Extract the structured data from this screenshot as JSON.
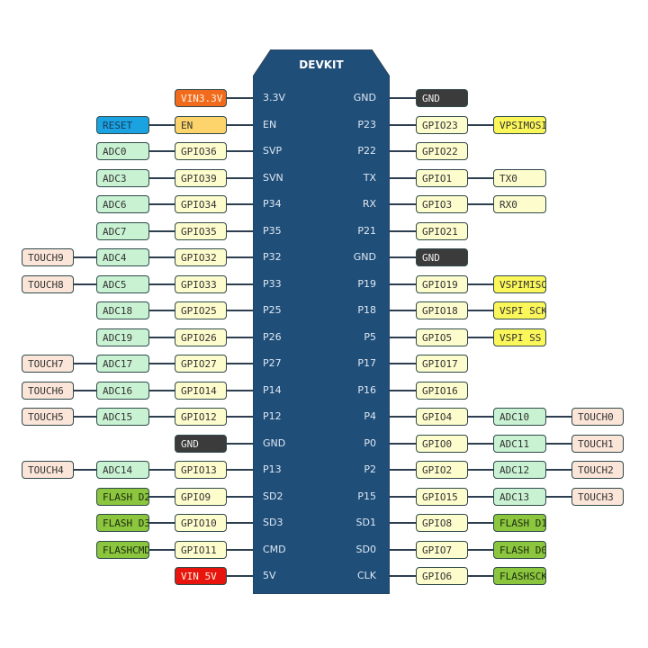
{
  "board": {
    "title": "DEVKIT",
    "color": "#1f4e79"
  },
  "colors": {
    "vin33": {
      "bg": "#f26b1d",
      "fg": "#fff2e0"
    },
    "reset": {
      "bg": "#1aa3e0",
      "fg": "#1a3a5a"
    },
    "en": {
      "bg": "#fdd46b",
      "fg": "#333"
    },
    "gpio": {
      "bg": "#fdfccc",
      "fg": "#333"
    },
    "adc": {
      "bg": "#c9f2d3",
      "fg": "#333"
    },
    "touch": {
      "bg": "#fbe5d8",
      "fg": "#333"
    },
    "gnd": {
      "bg": "#3b3b3b",
      "fg": "#f0f0f0"
    },
    "flash": {
      "bg": "#8cc63f",
      "fg": "#1a2a10"
    },
    "spi": {
      "bg": "#fbf75a",
      "fg": "#333"
    },
    "uart": {
      "bg": "#fdfccc",
      "fg": "#333"
    },
    "vin5": {
      "bg": "#e8150f",
      "fg": "#fff2e0"
    }
  },
  "left_pins": [
    {
      "pin": "3.3V",
      "boxes": [
        {
          "label": "VIN3.3V",
          "type": "vin33"
        }
      ]
    },
    {
      "pin": "EN",
      "boxes": [
        {
          "label": "EN",
          "type": "en"
        },
        {
          "label": "RESET",
          "type": "reset"
        }
      ]
    },
    {
      "pin": "SVP",
      "boxes": [
        {
          "label": "GPIO36",
          "type": "gpio"
        },
        {
          "label": "ADC0",
          "type": "adc"
        }
      ]
    },
    {
      "pin": "SVN",
      "boxes": [
        {
          "label": "GPIO39",
          "type": "gpio"
        },
        {
          "label": "ADC3",
          "type": "adc"
        }
      ]
    },
    {
      "pin": "P34",
      "boxes": [
        {
          "label": "GPIO34",
          "type": "gpio"
        },
        {
          "label": "ADC6",
          "type": "adc"
        }
      ]
    },
    {
      "pin": "P35",
      "boxes": [
        {
          "label": "GPIO35",
          "type": "gpio"
        },
        {
          "label": "ADC7",
          "type": "adc"
        }
      ]
    },
    {
      "pin": "P32",
      "boxes": [
        {
          "label": "GPIO32",
          "type": "gpio"
        },
        {
          "label": "ADC4",
          "type": "adc"
        },
        {
          "label": "TOUCH9",
          "type": "touch"
        }
      ]
    },
    {
      "pin": "P33",
      "boxes": [
        {
          "label": "GPIO33",
          "type": "gpio"
        },
        {
          "label": "ADC5",
          "type": "adc"
        },
        {
          "label": "TOUCH8",
          "type": "touch"
        }
      ]
    },
    {
      "pin": "P25",
      "boxes": [
        {
          "label": "GPIO25",
          "type": "gpio"
        },
        {
          "label": "ADC18",
          "type": "adc"
        }
      ]
    },
    {
      "pin": "P26",
      "boxes": [
        {
          "label": "GPIO26",
          "type": "gpio"
        },
        {
          "label": "ADC19",
          "type": "adc"
        }
      ]
    },
    {
      "pin": "P27",
      "boxes": [
        {
          "label": "GPIO27",
          "type": "gpio"
        },
        {
          "label": "ADC17",
          "type": "adc"
        },
        {
          "label": "TOUCH7",
          "type": "touch"
        }
      ]
    },
    {
      "pin": "P14",
      "boxes": [
        {
          "label": "GPIO14",
          "type": "gpio"
        },
        {
          "label": "ADC16",
          "type": "adc"
        },
        {
          "label": "TOUCH6",
          "type": "touch"
        }
      ]
    },
    {
      "pin": "P12",
      "boxes": [
        {
          "label": "GPIO12",
          "type": "gpio"
        },
        {
          "label": "ADC15",
          "type": "adc"
        },
        {
          "label": "TOUCH5",
          "type": "touch"
        }
      ]
    },
    {
      "pin": "GND",
      "boxes": [
        {
          "label": "GND",
          "type": "gnd"
        }
      ]
    },
    {
      "pin": "P13",
      "boxes": [
        {
          "label": "GPIO13",
          "type": "gpio"
        },
        {
          "label": "ADC14",
          "type": "adc"
        },
        {
          "label": "TOUCH4",
          "type": "touch"
        }
      ]
    },
    {
      "pin": "SD2",
      "boxes": [
        {
          "label": "GPIO9",
          "type": "gpio"
        },
        {
          "label": "FLASH D2",
          "type": "flash"
        }
      ]
    },
    {
      "pin": "SD3",
      "boxes": [
        {
          "label": "GPIO10",
          "type": "gpio"
        },
        {
          "label": "FLASH D3",
          "type": "flash"
        }
      ]
    },
    {
      "pin": "CMD",
      "boxes": [
        {
          "label": "GPIO11",
          "type": "gpio"
        },
        {
          "label": "FLASHCMD",
          "type": "flash"
        }
      ]
    },
    {
      "pin": "5V",
      "boxes": [
        {
          "label": "VIN 5V",
          "type": "vin5"
        }
      ]
    }
  ],
  "right_pins": [
    {
      "pin": "GND",
      "boxes": [
        {
          "label": "GND",
          "type": "gnd"
        }
      ]
    },
    {
      "pin": "P23",
      "boxes": [
        {
          "label": "GPIO23",
          "type": "gpio"
        },
        {
          "label": "VPSIMOSI",
          "type": "spi"
        }
      ]
    },
    {
      "pin": "P22",
      "boxes": [
        {
          "label": "GPIO22",
          "type": "gpio"
        }
      ]
    },
    {
      "pin": "TX",
      "boxes": [
        {
          "label": "GPIO1",
          "type": "gpio"
        },
        {
          "label": "TX0",
          "type": "uart"
        }
      ]
    },
    {
      "pin": "RX",
      "boxes": [
        {
          "label": "GPIO3",
          "type": "gpio"
        },
        {
          "label": "RX0",
          "type": "uart"
        }
      ]
    },
    {
      "pin": "P21",
      "boxes": [
        {
          "label": "GPIO21",
          "type": "gpio"
        }
      ]
    },
    {
      "pin": "GND",
      "boxes": [
        {
          "label": "GND",
          "type": "gnd"
        }
      ]
    },
    {
      "pin": "P19",
      "boxes": [
        {
          "label": "GPIO19",
          "type": "gpio"
        },
        {
          "label": "VSPIMISO",
          "type": "spi"
        }
      ]
    },
    {
      "pin": "P18",
      "boxes": [
        {
          "label": "GPIO18",
          "type": "gpio"
        },
        {
          "label": "VSPI SCK",
          "type": "spi"
        }
      ]
    },
    {
      "pin": "P5",
      "boxes": [
        {
          "label": "GPIO5",
          "type": "gpio"
        },
        {
          "label": "VSPI SS",
          "type": "spi"
        }
      ]
    },
    {
      "pin": "P17",
      "boxes": [
        {
          "label": "GPIO17",
          "type": "gpio"
        }
      ]
    },
    {
      "pin": "P16",
      "boxes": [
        {
          "label": "GPIO16",
          "type": "gpio"
        }
      ]
    },
    {
      "pin": "P4",
      "boxes": [
        {
          "label": "GPIO4",
          "type": "gpio"
        },
        {
          "label": "ADC10",
          "type": "adc"
        },
        {
          "label": "TOUCH0",
          "type": "touch"
        }
      ]
    },
    {
      "pin": "P0",
      "boxes": [
        {
          "label": "GPIO0",
          "type": "gpio"
        },
        {
          "label": "ADC11",
          "type": "adc"
        },
        {
          "label": "TOUCH1",
          "type": "touch"
        }
      ]
    },
    {
      "pin": "P2",
      "boxes": [
        {
          "label": "GPIO2",
          "type": "gpio"
        },
        {
          "label": "ADC12",
          "type": "adc"
        },
        {
          "label": "TOUCH2",
          "type": "touch"
        }
      ]
    },
    {
      "pin": "P15",
      "boxes": [
        {
          "label": "GPIO15",
          "type": "gpio"
        },
        {
          "label": "ADC13",
          "type": "adc"
        },
        {
          "label": "TOUCH3",
          "type": "touch"
        }
      ]
    },
    {
      "pin": "SD1",
      "boxes": [
        {
          "label": "GPIO8",
          "type": "gpio"
        },
        {
          "label": "FLASH D1",
          "type": "flash"
        }
      ]
    },
    {
      "pin": "SD0",
      "boxes": [
        {
          "label": "GPIO7",
          "type": "gpio"
        },
        {
          "label": "FLASH D0",
          "type": "flash"
        }
      ]
    },
    {
      "pin": "CLK",
      "boxes": [
        {
          "label": "GPIO6",
          "type": "gpio"
        },
        {
          "label": "FLASHSCK",
          "type": "flash"
        }
      ]
    }
  ]
}
